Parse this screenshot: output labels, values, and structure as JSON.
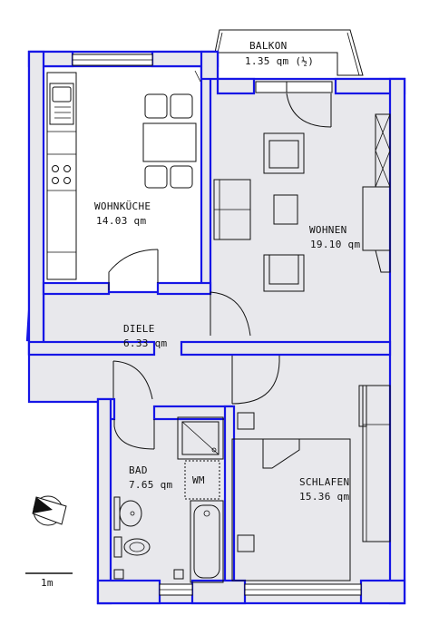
{
  "colors": {
    "wall_outline": "#1616e6",
    "wall_fill": "#e8e8ec",
    "line": "#111111"
  },
  "rooms": {
    "balkon": {
      "name": "BALKON",
      "area": "1.35  qm  (½)"
    },
    "wohnkueche": {
      "name": "WOHNKÜCHE",
      "area": "14.03  qm"
    },
    "wohnen": {
      "name": "WOHNEN",
      "area": "19.10  qm"
    },
    "diele": {
      "name": "DIELE",
      "area": "6.33  qm"
    },
    "bad": {
      "name": "BAD",
      "area": "7.65  qm"
    },
    "schlafen": {
      "name": "SCHLAFEN",
      "area": "15.36  qm"
    }
  },
  "fixtures": {
    "washing_machine": "WM"
  },
  "scale_bar": {
    "label": "1m"
  },
  "icons": {
    "compass": "north-arrow-icon"
  }
}
